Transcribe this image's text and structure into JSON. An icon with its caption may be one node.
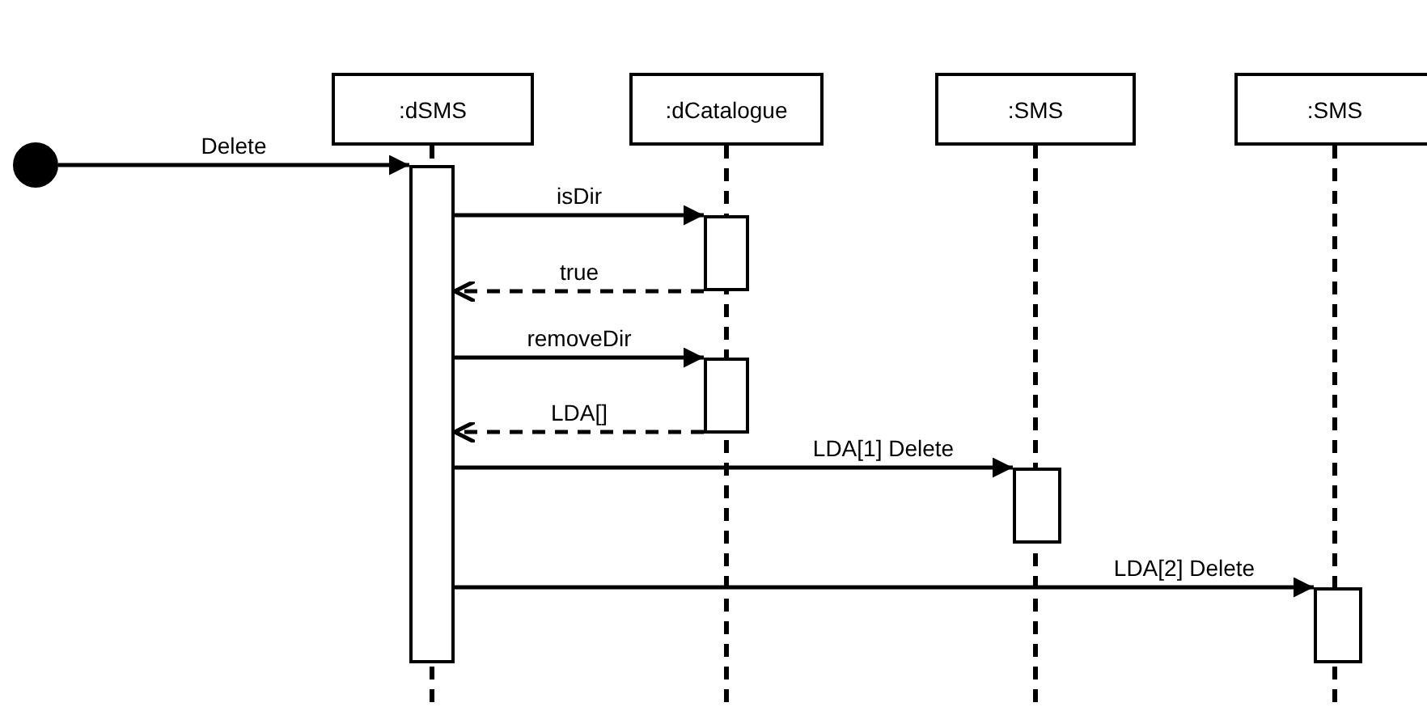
{
  "diagram": {
    "nodes": [
      {
        "text": [
          ":dSMS"
        ]
      },
      {
        "text": [
          ":dCatalogue"
        ]
      },
      {
        "text": [
          ":SMS"
        ]
      },
      {
        "text": [
          ":SMS"
        ]
      },
      {
        "text": [],
        "shape": "circle"
      },
      {
        "text": [],
        "shape": "bar"
      },
      {
        "text": [],
        "shape": "bar"
      },
      {
        "text": [],
        "shape": "bar"
      },
      {
        "text": [],
        "shape": "bar"
      },
      {
        "text": [],
        "shape": "bar"
      }
    ],
    "edges": [
      {
        "from": 4,
        "to": 5,
        "arrow": "to",
        "label": "Delete"
      },
      {
        "from": 5,
        "to": 6,
        "arrow": "to",
        "label": "isDir"
      },
      {
        "from": 6,
        "to": 5,
        "arrow": "to",
        "label": "true",
        "style": "dashed"
      },
      {
        "from": 5,
        "to": 7,
        "arrow": "to",
        "label": "removeDir"
      },
      {
        "from": 7,
        "to": 5,
        "arrow": "to",
        "label": "LDA[]",
        "style": "dashed"
      },
      {
        "from": 5,
        "to": 8,
        "arrow": "to",
        "label": "LDA[1] Delete"
      },
      {
        "from": 5,
        "to": 9,
        "arrow": "to",
        "label": "LDA[2] Delete"
      }
    ]
  }
}
